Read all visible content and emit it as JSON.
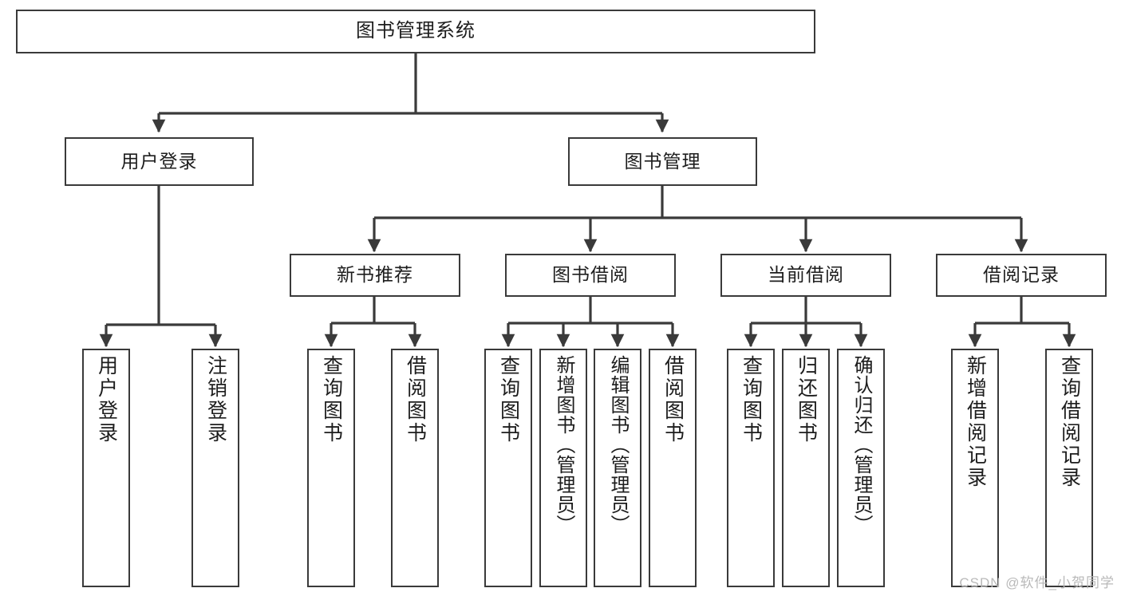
{
  "diagram": {
    "title": "图书管理系统",
    "type": "tree",
    "watermark": "CSDN @软件_小贺同学",
    "colors": {
      "node_border": "#3a3a3a",
      "node_fill": "#ffffff",
      "edge": "#3a3a3a",
      "text": "#1d1d1d",
      "watermark": "#b9b9b9",
      "background": "#ffffff"
    },
    "root": {
      "label": "图书管理系统"
    },
    "level1": [
      {
        "id": "user-login",
        "label": "用户登录"
      },
      {
        "id": "book-management",
        "label": "图书管理"
      }
    ],
    "level2": [
      {
        "id": "new-book-recommend",
        "label": "新书推荐",
        "parent": "book-management"
      },
      {
        "id": "book-borrow",
        "label": "图书借阅",
        "parent": "book-management"
      },
      {
        "id": "current-borrow",
        "label": "当前借阅",
        "parent": "book-management"
      },
      {
        "id": "borrow-record",
        "label": "借阅记录",
        "parent": "book-management"
      }
    ],
    "leaves": [
      {
        "id": "leaf-user-login",
        "label": "用户登录",
        "parent": "user-login"
      },
      {
        "id": "leaf-logout-login",
        "label": "注销登录",
        "parent": "user-login"
      },
      {
        "id": "leaf-query-book-1",
        "label": "查询图书",
        "parent": "new-book-recommend"
      },
      {
        "id": "leaf-borrow-book-1",
        "label": "借阅图书",
        "parent": "new-book-recommend"
      },
      {
        "id": "leaf-query-book-2",
        "label": "查询图书",
        "parent": "book-borrow"
      },
      {
        "id": "leaf-add-book",
        "label": "新增图书（管理员）",
        "parent": "book-borrow"
      },
      {
        "id": "leaf-edit-book",
        "label": "编辑图书（管理员）",
        "parent": "book-borrow"
      },
      {
        "id": "leaf-borrow-book-2",
        "label": "借阅图书",
        "parent": "book-borrow"
      },
      {
        "id": "leaf-query-book-3",
        "label": "查询图书",
        "parent": "current-borrow"
      },
      {
        "id": "leaf-return-book",
        "label": "归还图书",
        "parent": "current-borrow"
      },
      {
        "id": "leaf-confirm-return",
        "label": "确认归还（管理员）",
        "parent": "current-borrow"
      },
      {
        "id": "leaf-add-record",
        "label": "新增借阅记录",
        "parent": "borrow-record"
      },
      {
        "id": "leaf-query-record",
        "label": "查询借阅记录",
        "parent": "borrow-record"
      }
    ]
  }
}
